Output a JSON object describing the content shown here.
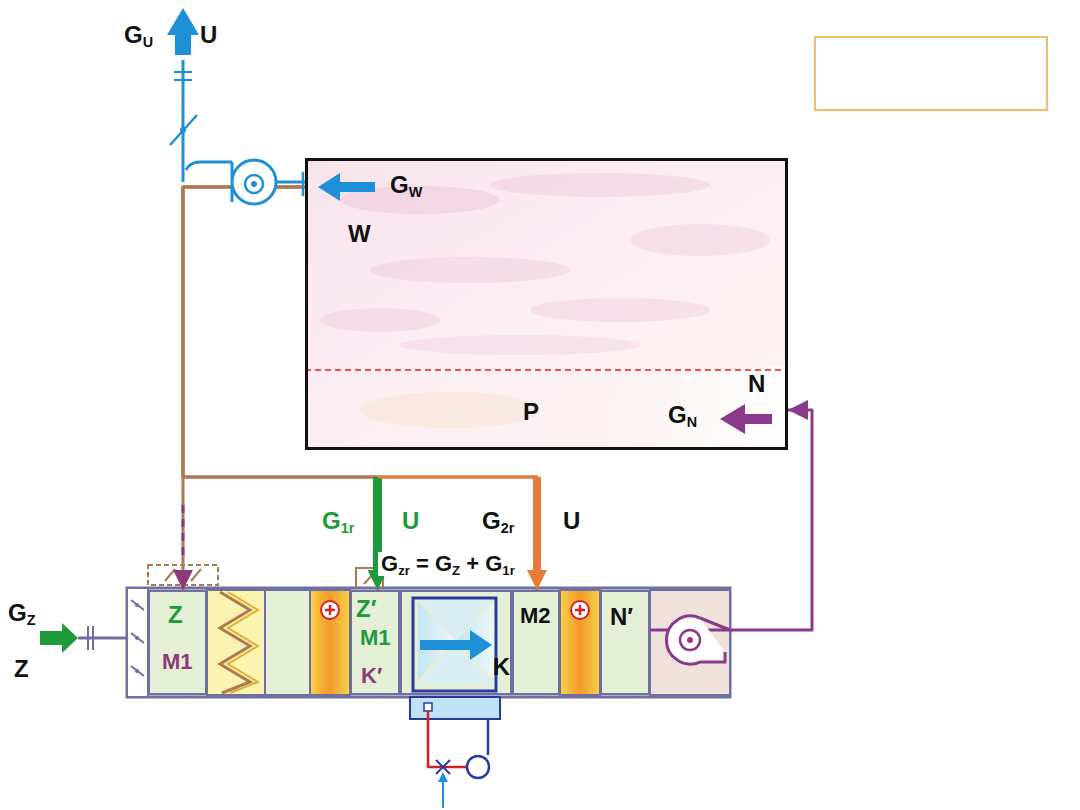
{
  "diagram": {
    "nodes": [
      {
        "text": [
          "W",
          "P",
          "N"
        ]
      },
      {
        "text": [
          "Z",
          "M1"
        ]
      },
      {
        "text": [
          "Z′",
          "M1",
          "K′"
        ]
      },
      {
        "text": [
          "K"
        ]
      },
      {
        "text": [
          "M2"
        ]
      },
      {
        "text": [
          "N′"
        ]
      }
    ],
    "edges": [
      {
        "from": 0,
        "to": 1,
        "arrow": "to"
      },
      {
        "from": 0,
        "to": 2,
        "arrow": "to",
        "label": "G1r"
      },
      {
        "from": 0,
        "to": 4,
        "arrow": "to",
        "label": "G2r"
      },
      {
        "from": 5,
        "to": 0,
        "arrow": "to",
        "label": "GN"
      }
    ],
    "labels": [
      "GU",
      "U",
      "GW",
      "U",
      "U",
      "Gzr = GZ + G1r",
      "GZ",
      "Z"
    ]
  }
}
